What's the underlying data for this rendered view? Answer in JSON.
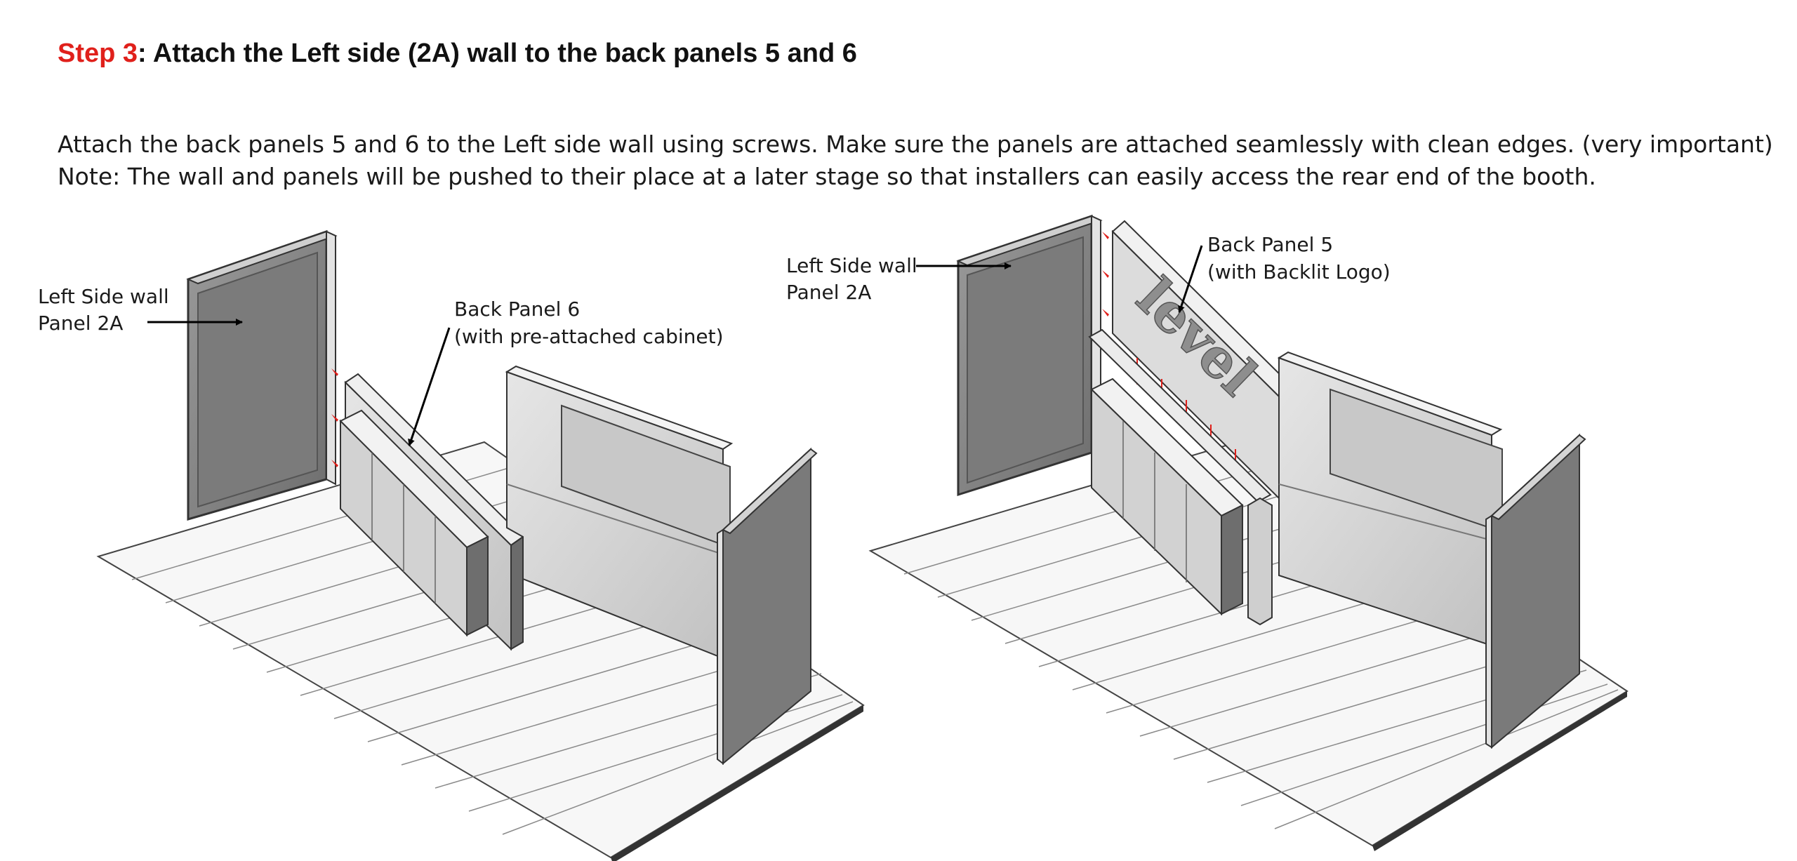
{
  "heading": {
    "step": "Step 3",
    "text": ": Attach the Left side (2A) wall to the back panels 5 and 6"
  },
  "body": {
    "instruction": "Attach the back panels 5 and 6 to the Left side wall using screws. Make sure the panels are attached seamlessly with clean edges. (very important)",
    "note": "Note: The wall and panels will be pushed to their place at a later stage so that installers can easily access the rear end of the booth."
  },
  "figure_left": {
    "wall_label_line1": "Left Side wall",
    "wall_label_line2": "Panel 2A",
    "panel_label_line1": "Back Panel 6",
    "panel_label_line2": "(with pre-attached cabinet)"
  },
  "figure_right": {
    "wall_label_line1": "Left Side wall",
    "wall_label_line2": "Panel 2A",
    "panel_label_line1": "Back Panel 5",
    "panel_label_line2": "(with Backlit Logo)",
    "logo_text": "level"
  },
  "colors": {
    "accent_red": "#e0201b",
    "panel_dark": "#7a7a7a",
    "panel_light": "#d6d6d6"
  }
}
